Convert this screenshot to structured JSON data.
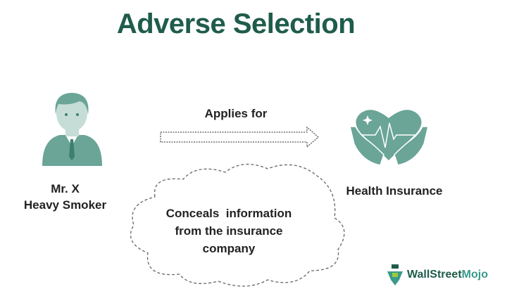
{
  "title": "Adverse Selection",
  "person": {
    "name": "Mr. X",
    "description": "Heavy Smoker"
  },
  "arrow_label": "Applies for",
  "target": "Health Insurance",
  "cloud_text": [
    "Conceals  information",
    "from the insurance",
    "company"
  ],
  "logo": {
    "part1": "WallStreet",
    "part2": "Mojo"
  },
  "colors": {
    "title": "#1f5c4b",
    "icon": "#6aa597",
    "icon_light": "#c5ddd6"
  }
}
